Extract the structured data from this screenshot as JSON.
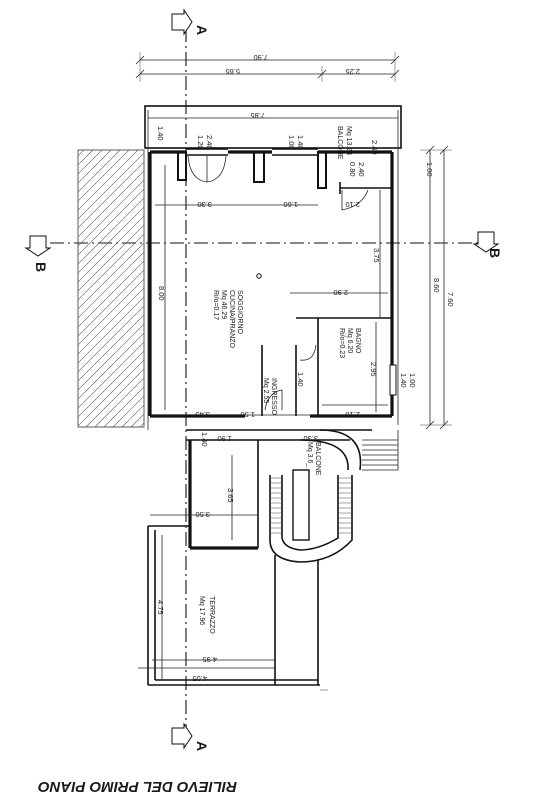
{
  "title": "RILIEVO DEL PRIMO PIANO",
  "section_marks": {
    "a": "A",
    "b": "B"
  },
  "rooms": {
    "soggiorno": [
      "SOGGIORNO",
      "CUCINA/PRANZO",
      "Mq 46.29",
      "Ri/o=0.17"
    ],
    "balcone_top": [
      "BALCONE",
      "Mq 13.24"
    ],
    "bagno": [
      "BAGNO",
      "Mq 6.20",
      "Ri/o=0.23"
    ],
    "ingresso": [
      "INGRESSO",
      "Mq 2.55"
    ],
    "balcone_stair": [
      "BALCONE",
      "Mq 3.6_"
    ],
    "terrazzo": [
      "TERRAZZO",
      "Mq 17.96"
    ]
  },
  "dims": {
    "d790": "7.90",
    "d565": "5.65",
    "d225": "2.25",
    "d785": "7.85",
    "d140a": "1.40",
    "d120": "1.20",
    "d240a": "2.40",
    "d100a": "1.00",
    "d140b": "1.40",
    "d240b": "2.40",
    "d080": "0.80",
    "d240c": "2.40",
    "d100b": "1.00",
    "d330": "3.30",
    "d160": "1.60",
    "d210a": "2.10",
    "d375": "3.75",
    "d800": "8.00",
    "d290": "2.90",
    "d860": "8.60",
    "d760": "7.60",
    "d295": "2.95",
    "d140c": "1.40",
    "d100c": "1.00",
    "d345": "3.45",
    "d150": "1.50",
    "d210b": "2.10",
    "d140d": "1.40",
    "d190": "1.90",
    "d330b": "3.30",
    "d365": "3.65",
    "d350": "3.50",
    "d475": "4.75",
    "d495": "4.95",
    "d405": "4.05"
  }
}
